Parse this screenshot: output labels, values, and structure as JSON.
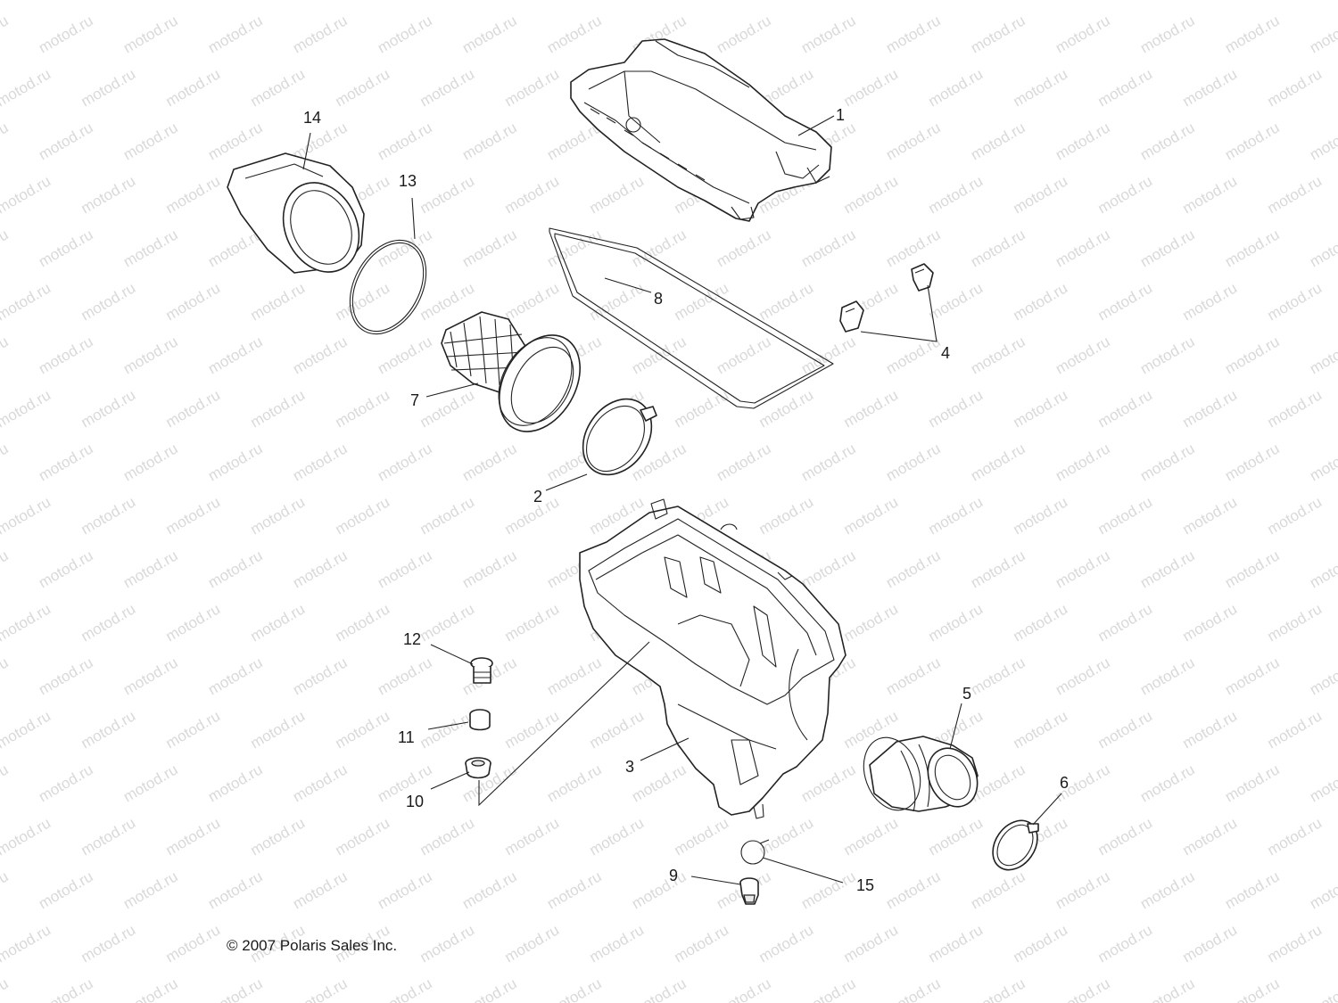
{
  "watermark": "motod.ru",
  "copyright": "© 2007 Polaris Sales Inc.",
  "callouts": {
    "c1": "1",
    "c2": "2",
    "c3": "3",
    "c4": "4",
    "c5": "5",
    "c6": "6",
    "c7": "7",
    "c8": "8",
    "c9": "9",
    "c10": "10",
    "c11": "11",
    "c12": "12",
    "c13": "13",
    "c14": "14",
    "c15": "15"
  },
  "colors": {
    "line": "#222222",
    "watermark": "#d9d9d9",
    "background": "#ffffff"
  }
}
